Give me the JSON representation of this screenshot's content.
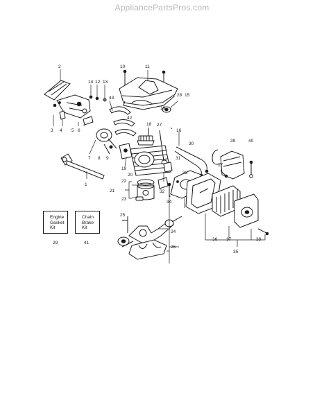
{
  "watermark": "AppliancePartsPros.com",
  "callouts": {
    "c1": "1",
    "c2": "2",
    "c3": "3",
    "c4": "4",
    "c5": "5",
    "c6": "6",
    "c7": "7",
    "c8": "8",
    "c9": "9",
    "c10": "10",
    "c11": "11",
    "c12": "12",
    "c13": "13",
    "c14": "14",
    "c15": "15",
    "c16": "16",
    "c17": "17",
    "c18": "18",
    "c19": "19",
    "c20": "20",
    "c21": "21",
    "c22": "22",
    "c23": "23",
    "c24": "24",
    "c25": "25",
    "c26": "26",
    "c27": "27",
    "c28": "28",
    "c29": "29",
    "c30": "30",
    "c31": "31",
    "c32": "32",
    "c33": "33",
    "c34": "34",
    "c35": "35",
    "c36": "36",
    "c37": "37",
    "c38": "38",
    "c39": "39",
    "c40": "40",
    "c41": "41",
    "c42": "42",
    "c43": "43"
  },
  "kits": {
    "engine_gasket": {
      "line1": "Engine",
      "line2": "Gasket",
      "line3": "Kit",
      "number": "29"
    },
    "chain_brake": {
      "line1": "Chain",
      "line2": "Brake",
      "line3": "Kit",
      "number": "41"
    }
  }
}
